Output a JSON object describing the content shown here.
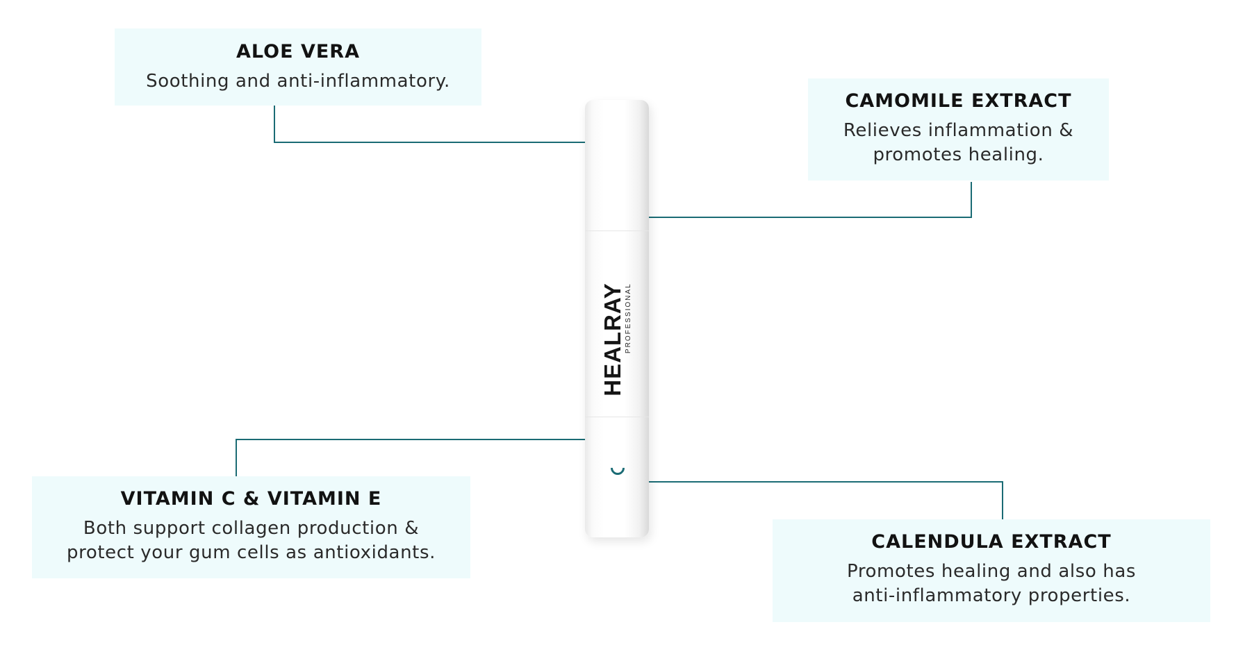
{
  "ingredients": [
    {
      "title": "ALOE VERA",
      "desc_lines": [
        "Soothing and anti-inflammatory."
      ]
    },
    {
      "title": "CAMOMILE EXTRACT",
      "desc_lines": [
        "Relieves inflammation &",
        "promotes healing."
      ]
    },
    {
      "title": "VITAMIN C & VITAMIN E",
      "desc_lines": [
        "Both support collagen production &",
        "protect your gum cells as antioxidants."
      ]
    },
    {
      "title": "CALENDULA EXTRACT",
      "desc_lines": [
        "Promotes healing and also has",
        "anti-inflammatory properties."
      ]
    }
  ],
  "product": {
    "brand": "HEALRAY",
    "sub": "PROFESSIONAL"
  },
  "colors": {
    "connector": "#1a6b74",
    "box_background": "#eefbfc"
  }
}
